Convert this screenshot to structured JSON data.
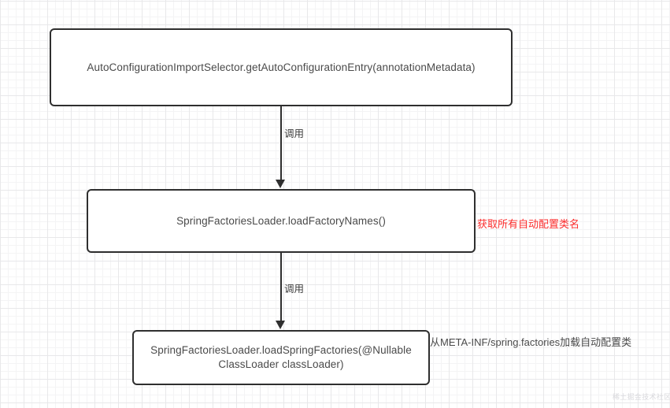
{
  "diagram": {
    "nodes": [
      {
        "id": "node-entry",
        "label": "AutoConfigurationImportSelector.getAutoConfigurationEntry(annotationMetadata)"
      },
      {
        "id": "node-load",
        "label": "SpringFactoriesLoader.loadFactoryNames()"
      },
      {
        "id": "node-spring",
        "label": "SpringFactoriesLoader.loadSpringFactories(@Nullable\nClassLoader classLoader)"
      }
    ],
    "edges": [
      {
        "id": "edge1",
        "label": "调用",
        "from": "node-entry",
        "to": "node-load"
      },
      {
        "id": "edge2",
        "label": "调用",
        "from": "node-load",
        "to": "node-spring"
      }
    ],
    "annotations": [
      {
        "id": "ann-classnames",
        "text": "获取所有自动配置类名",
        "color": "#fb2c2c"
      },
      {
        "id": "ann-metainf",
        "text": "从META-INF/spring.factories加载自动配置类",
        "color": "#4a4a4a"
      }
    ],
    "watermark": "稀土掘金技术社区",
    "colors": {
      "node_border": "#2f2f2f",
      "node_fill": "#ffffff",
      "node_text": "#4a4a4a",
      "edge": "#2f2f2f",
      "grid_minor": "#f4f4f5",
      "grid_major": "#e8e8ea",
      "annotation_red": "#fb2c2c"
    }
  }
}
